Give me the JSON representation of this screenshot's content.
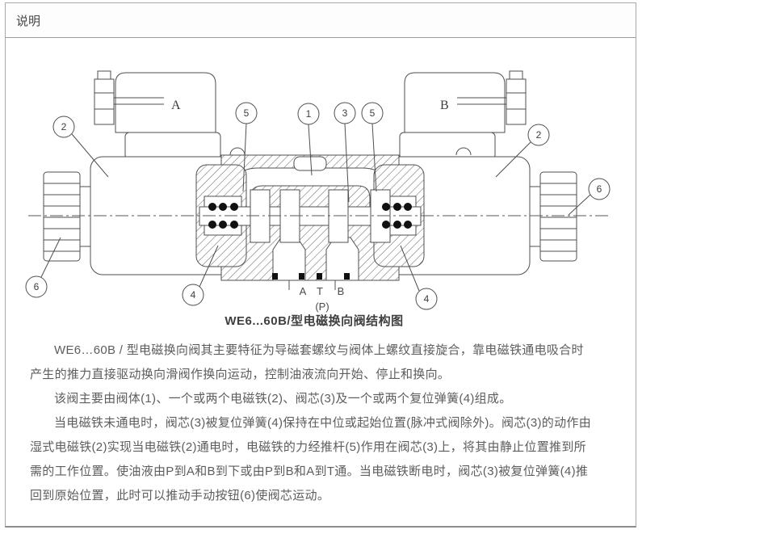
{
  "header": {
    "title": "说明"
  },
  "diagram": {
    "caption": "WE6...60B/型电磁换向阀结构图",
    "solenoid_labels": {
      "left": "A",
      "right": "B"
    },
    "port_labels": {
      "a": "A",
      "t": "T",
      "b": "B",
      "p": "(P)"
    },
    "callouts": {
      "body": "1",
      "solenoid_left": "2",
      "solenoid_right": "2",
      "spool": "3",
      "spring_left": "4",
      "spring_right": "4",
      "pushrod_left": "5",
      "pushrod_right": "5",
      "button_left": "6",
      "button_right": "6"
    },
    "colors": {
      "line": "#4f4f4f",
      "hatch": "#6e6e6e",
      "border": "#a8a8a8"
    }
  },
  "description": {
    "lines": [
      "WE6…60B / 型电磁换向阀其主要特征为导磁套螺纹与阀体上螺纹直接旋合，靠电磁铁通电吸合时",
      "产生的推力直接驱动换向滑阀作换向运动，控制油液流向开始、停止和换向。",
      "该阀主要由阀体(1)、一个或两个电磁铁(2)、阀芯(3)及一个或两个复位弹簧(4)组成。",
      "当电磁铁未通电时，阀芯(3)被复位弹簧(4)保持在中位或起始位置(脉冲式阀除外)。阀芯(3)的动作由",
      "湿式电磁铁(2)实现当电磁铁(2)通电时，电磁铁的力经推杆(5)作用在阀芯(3)上，将其由静止位置推到所",
      "需的工作位置。使油液由P到A和B到下或由P到B和A到T通。当电磁铁断电时，阀芯(3)被复位弹簧(4)推",
      "回到原始位置，此时可以推动手动按钮(6)使阀芯运动。"
    ]
  }
}
